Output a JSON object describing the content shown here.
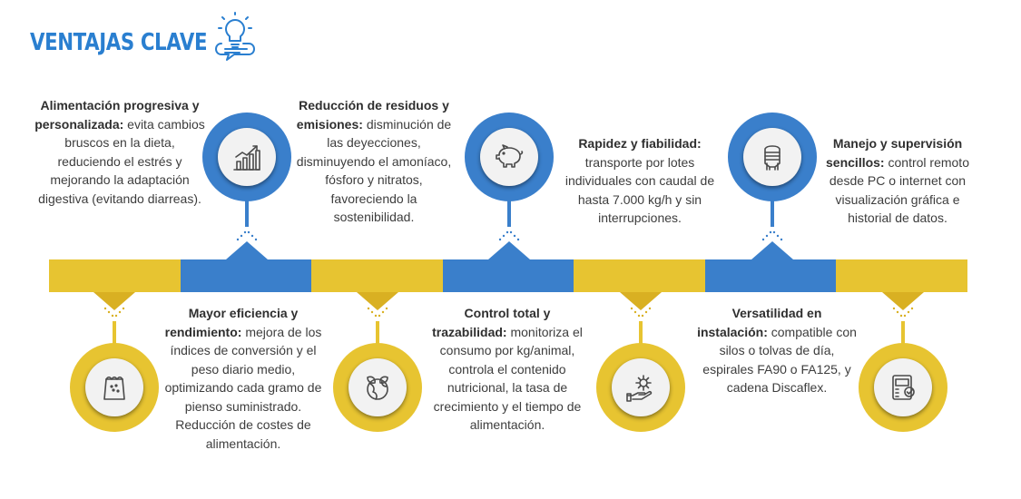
{
  "title": "VENTAJAS CLAVE",
  "colors": {
    "accent": "#2a7fd0",
    "blue_segment": "#3a7fcb",
    "yellow_segment": "#e7c431"
  },
  "advantages": [
    {
      "heading": "Alimentación progresiva y personalizada:",
      "body": "evita cambios bruscos en la dieta, reduciendo el estrés y mejorando la adaptación digestiva (evitando diarreas).",
      "icon": "growth-chart-icon"
    },
    {
      "heading": "Mayor eficiencia y rendimiento:",
      "body": "mejora de los índices de conversión y el peso diario medio, optimizando cada gramo de pienso suministrado. Reducción de costes de alimentación.",
      "icon": "feed-bag-icon"
    },
    {
      "heading": "Reducción de residuos y emisiones:",
      "body": "disminución de las deyecciones, disminuyendo el amoníaco, fósforo y nitratos, favoreciendo la sostenibilidad.",
      "icon": "globe-leaf-icon"
    },
    {
      "heading": "Control total y trazabilidad:",
      "body": "monitoriza el consumo por kg/animal, controla el contenido nutricional, la tasa de crecimiento y el tiempo de alimentación.",
      "icon": "pig-icon"
    },
    {
      "heading": "Rapidez y fiabilidad:",
      "body": "transporte por lotes individuales con caudal de hasta 7.000 kg/h y sin interrupciones.",
      "icon": "gear-hand-icon"
    },
    {
      "heading": "Versatilidad en instalación:",
      "body": "compatible con silos o tolvas de día, espirales FA90 o FA125, y cadena Discaflex.",
      "icon": "silo-icon"
    },
    {
      "heading": "Manejo y supervisión sencillos:",
      "body": "control remoto desde PC o internet con visualización gráfica e historial de datos.",
      "icon": "control-panel-icon"
    }
  ]
}
